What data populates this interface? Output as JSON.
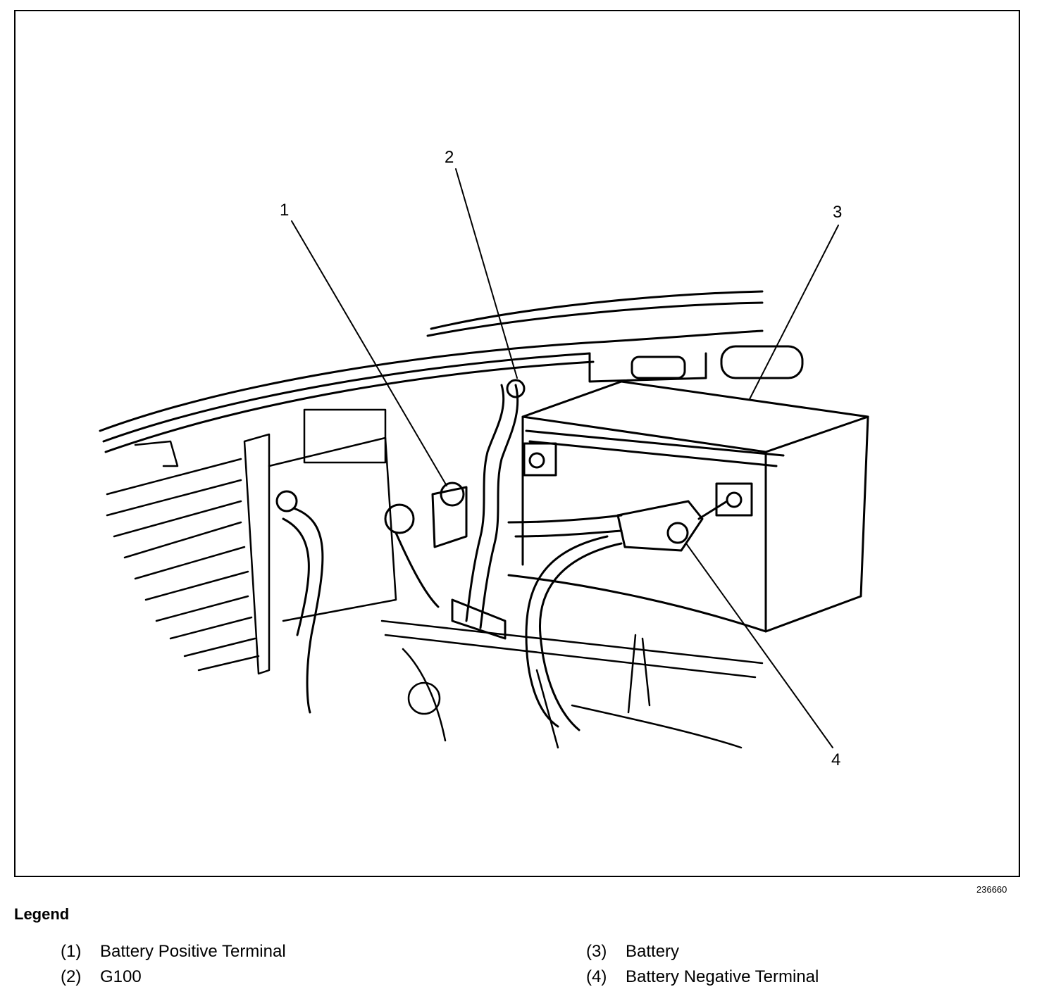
{
  "figure_id": "236660",
  "callouts": [
    {
      "num": "1"
    },
    {
      "num": "2"
    },
    {
      "num": "3"
    },
    {
      "num": "4"
    }
  ],
  "legend": {
    "title": "Legend",
    "items": [
      {
        "num": "(1)",
        "label": "Battery Positive Terminal"
      },
      {
        "num": "(2)",
        "label": "G100"
      },
      {
        "num": "(3)",
        "label": "Battery"
      },
      {
        "num": "(4)",
        "label": "Battery Negative Terminal"
      }
    ]
  }
}
